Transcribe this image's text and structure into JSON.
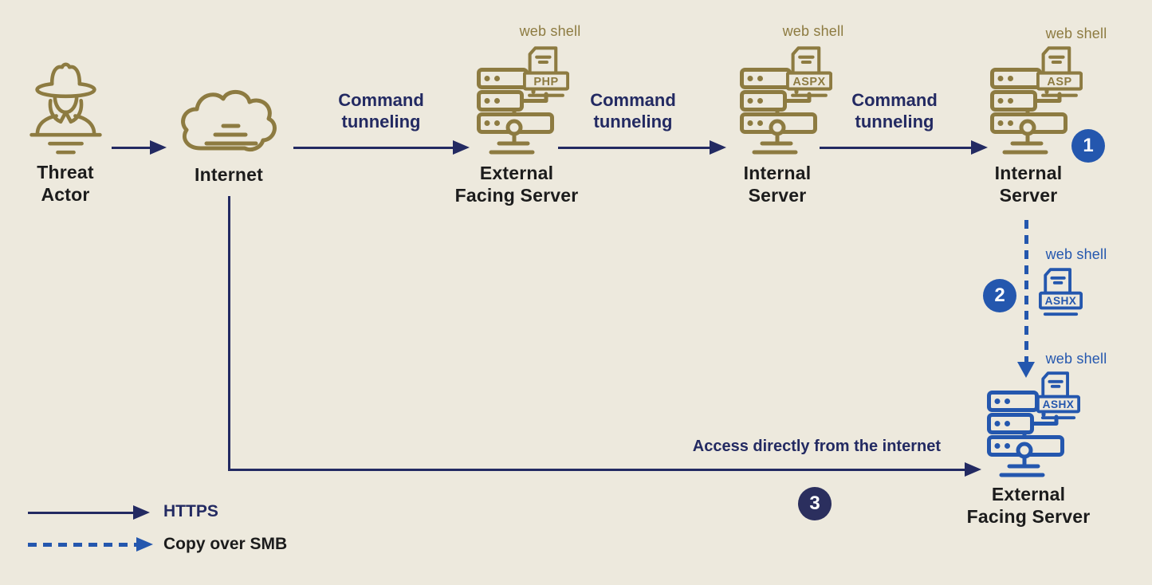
{
  "colors": {
    "background": "#EDE9DD",
    "gold": "#8D7B41",
    "navy": "#232A62",
    "blue": "#2457AE",
    "text": "#1C1C1C",
    "badge_light": "#2457AE",
    "badge_dark": "#2B2F5E"
  },
  "nodes": {
    "threat_actor": {
      "label": "Threat\nActor"
    },
    "internet": {
      "label": "Internet"
    },
    "external_server_top": {
      "webshell_label": "web shell",
      "file_type": "PHP",
      "label": "External\nFacing Server"
    },
    "internal_server_1": {
      "webshell_label": "web shell",
      "file_type": "ASPX",
      "label": "Internal\nServer"
    },
    "internal_server_2": {
      "webshell_label": "web shell",
      "file_type": "ASP",
      "label": "Internal\nServer",
      "badge": "1"
    },
    "copied_webshell": {
      "webshell_label": "web shell",
      "file_type": "ASHX",
      "badge": "2"
    },
    "external_server_bottom": {
      "webshell_label": "web shell",
      "file_type": "ASHX",
      "label": "External\nFacing Server"
    }
  },
  "edges": {
    "tunnel_1": {
      "label": "Command\ntunneling"
    },
    "tunnel_2": {
      "label": "Command\ntunneling"
    },
    "tunnel_3": {
      "label": "Command\ntunneling"
    },
    "direct_access": {
      "label": "Access directly from the internet",
      "badge": "3"
    }
  },
  "legend": {
    "https": {
      "label": "HTTPS"
    },
    "smb": {
      "label": "Copy over SMB"
    }
  }
}
